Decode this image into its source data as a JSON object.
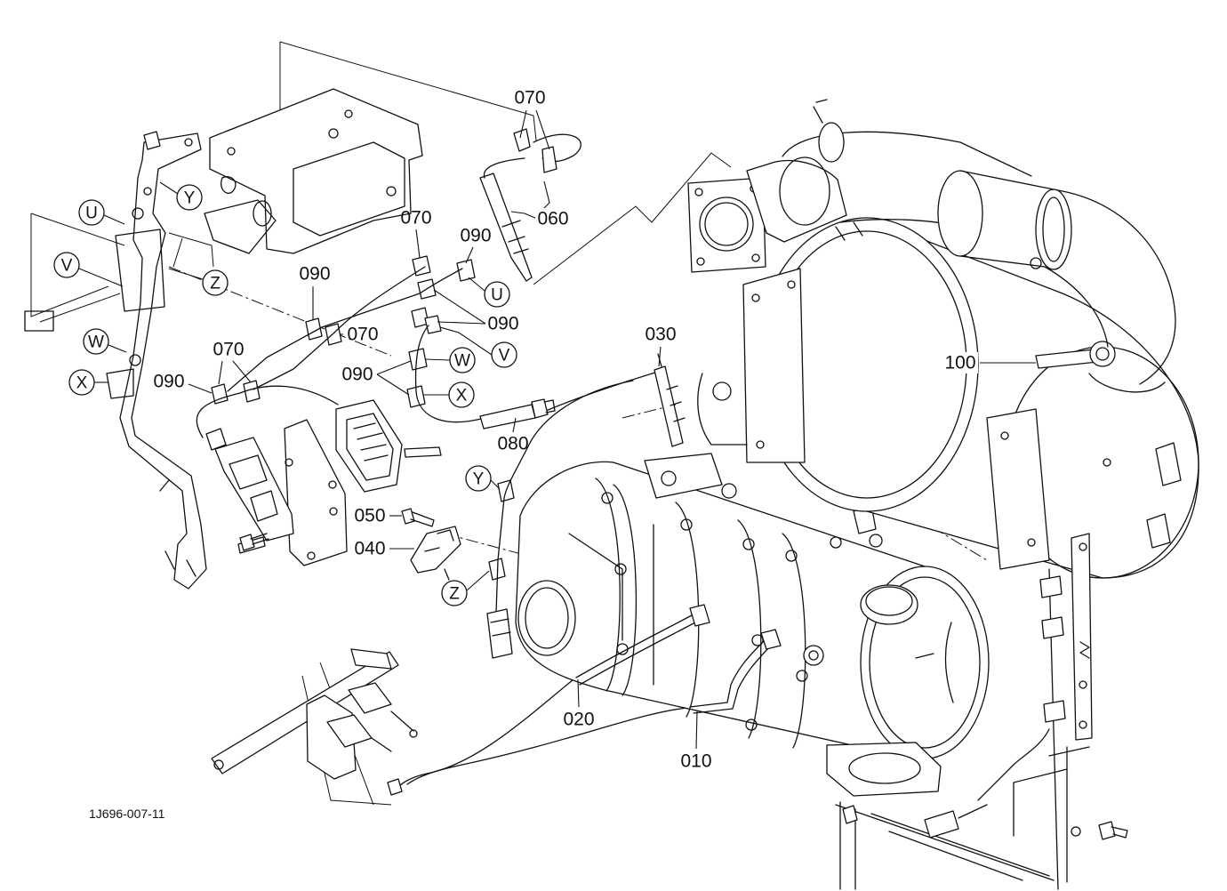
{
  "diagram": {
    "drawing_code": "1J696-007-11",
    "part_numbers": [
      "070",
      "060",
      "070",
      "090",
      "090",
      "090",
      "070",
      "070",
      "090",
      "090",
      "080",
      "030",
      "100",
      "050",
      "040",
      "020",
      "010"
    ],
    "callouts": [
      "U",
      "V",
      "W",
      "X",
      "Y",
      "Z",
      "U",
      "Y",
      "V",
      "Z",
      "W",
      "X"
    ]
  }
}
